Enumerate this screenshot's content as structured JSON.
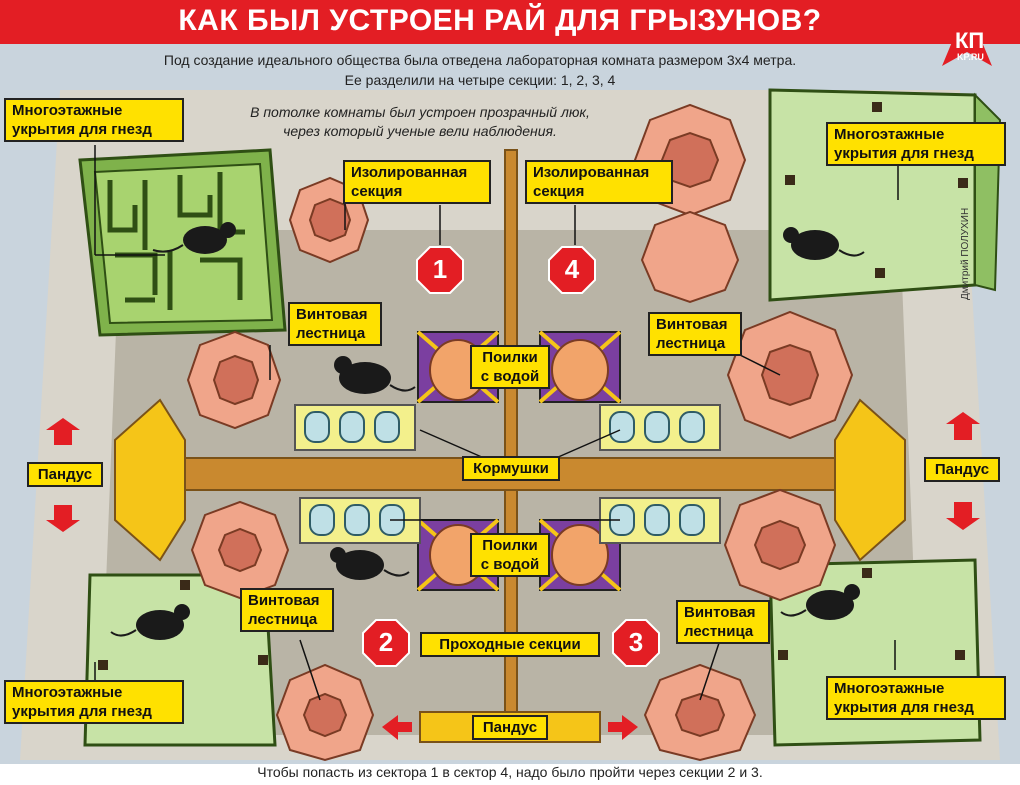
{
  "title": "КАК БЫЛ УСТРОЕН РАЙ ДЛЯ ГРЫЗУНОВ?",
  "logo": {
    "text": "КП",
    "sub": "KP.RU"
  },
  "subtitle_line1": "Под создание идеального общества была отведена лабораторная комната размером 3х4 метра.",
  "subtitle_line2": "Ее разделили на четыре секции: 1, 2, 3, 4",
  "note_line1": "В потолке комнаты был устроен прозрачный люк,",
  "note_line2": "через который ученые вели наблюдения.",
  "credit": "Дмитрий ПОЛУХИН",
  "footer": "Чтобы попасть из сектора 1 в сектор 4, надо было пройти через секции 2 и 3.",
  "labels": {
    "nests": "Многоэтажные укрытия для гнезд",
    "isolated": "Изолированная секция",
    "stairs": "Винтовая лестница",
    "water": "Поилки с водой",
    "feeders": "Кормушки",
    "ramp": "Пандус",
    "passage": "Проходные секции"
  },
  "sections": [
    "1",
    "2",
    "3",
    "4"
  ],
  "colors": {
    "accent": "#e31e24",
    "label": "#ffe100",
    "floor": "#b9b4a6",
    "nest": "#9ccb6e",
    "beam": "#c9892f"
  }
}
